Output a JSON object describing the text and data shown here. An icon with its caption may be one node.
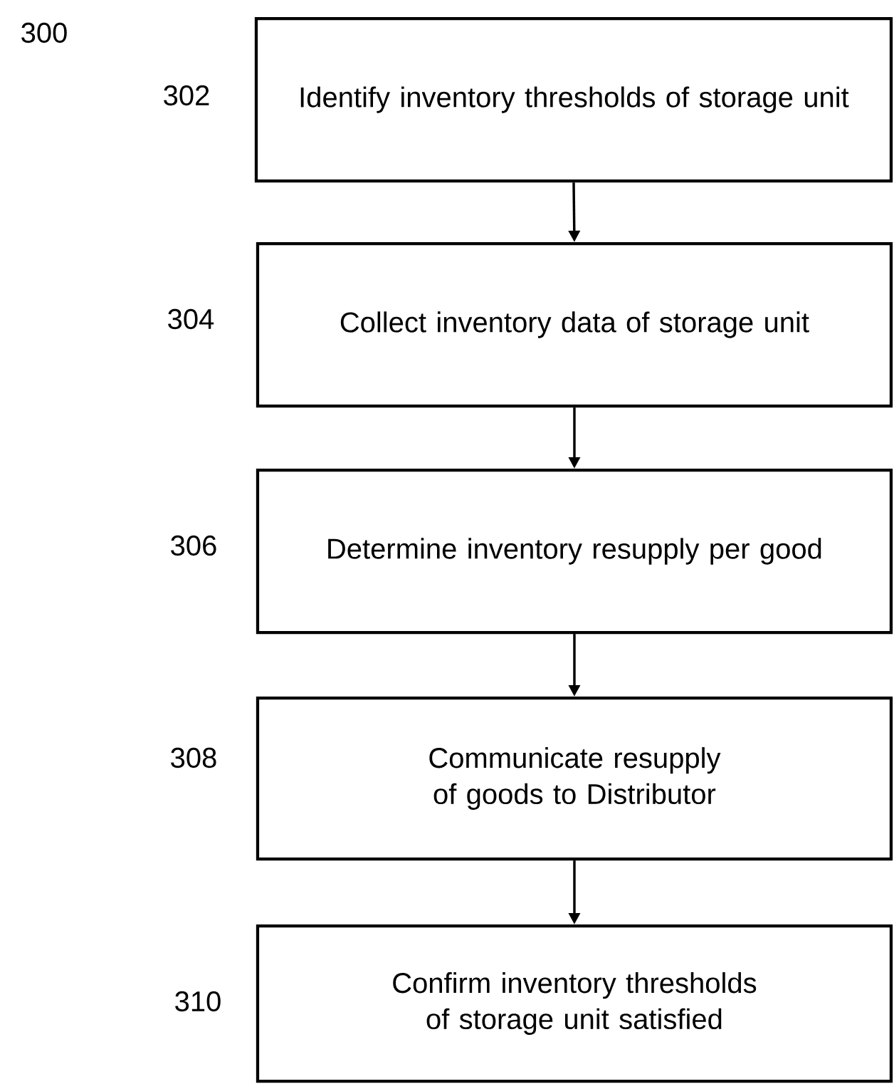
{
  "diagram": {
    "nodes": [
      {
        "text": [
          "Identify inventory thresholds of storage unit"
        ],
        "beside": [
          "302"
        ]
      },
      {
        "text": [
          "Collect inventory data of storage unit"
        ],
        "beside": [
          "304"
        ]
      },
      {
        "text": [
          "Determine inventory resupply per good"
        ],
        "beside": [
          "306"
        ]
      },
      {
        "text": [
          "Communicate resupply of goods to Distributor"
        ],
        "beside": [
          "308"
        ]
      },
      {
        "text": [
          "Confirm inventory thresholds of storage unit satisfied"
        ],
        "beside": [
          "310"
        ]
      }
    ],
    "edges": [
      {
        "from": 0,
        "to": 1,
        "arrow": "to"
      },
      {
        "from": 1,
        "to": 2,
        "arrow": "to"
      },
      {
        "from": 2,
        "to": 3,
        "arrow": "to"
      },
      {
        "from": 3,
        "to": 4,
        "arrow": "to"
      }
    ],
    "labels": [
      "300"
    ]
  }
}
